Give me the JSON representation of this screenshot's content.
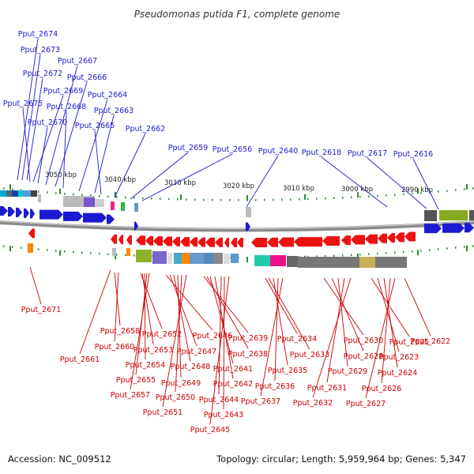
{
  "title": "Pseudomonas putida F1, complete genome",
  "accession": "Accession: NC_009512",
  "topology": "Topology: circular; Length: 5,959,964 bp; Genes: 5,347",
  "colors": {
    "forward_gene": "#1a1ad0",
    "reverse_gene": "#ee1111",
    "forward_label": "#1a1ad0",
    "reverse_label": "#cc0000",
    "backbone": "#8c8c8c",
    "tick": "#2e8b2e"
  },
  "ticks": [
    "3050 kbp",
    "3040 kbp",
    "3030 kbp",
    "3020 kbp",
    "3010 kbp",
    "3000 kbp",
    "2990 kbp"
  ],
  "forward_labels": [
    "Pput_2674",
    "Pput_2673",
    "Pput_2672",
    "Pput_2675",
    "Pput_2669",
    "Pput_2670",
    "Pput_2667",
    "Pput_2666",
    "Pput_2668",
    "Pput_2664",
    "Pput_2663",
    "Pput_2665",
    "Pput_2662",
    "Pput_2659",
    "Pput_2656",
    "Pput_2640",
    "Pput_2618",
    "Pput_2617",
    "Pput_2616"
  ],
  "reverse_labels": [
    "Pput_2671",
    "Pput_2661",
    "Pput_2658",
    "Pput_2660",
    "Pput_2652",
    "Pput_2653",
    "Pput_2654",
    "Pput_2655",
    "Pput_2657",
    "Pput_2646",
    "Pput_2647",
    "Pput_2648",
    "Pput_2649",
    "Pput_2650",
    "Pput_2651",
    "Pput_2639",
    "Pput_2638",
    "Pput_2641",
    "Pput_2642",
    "Pput_2644",
    "Pput_2643",
    "Pput_2645",
    "Pput_2634",
    "Pput_2633",
    "Pput_2635",
    "Pput_2636",
    "Pput_2637",
    "Pput_2630",
    "Pput_2628",
    "Pput_2629",
    "Pput_2631",
    "Pput_2632",
    "Pput_2625",
    "Pput_2623",
    "Pput_2624",
    "Pput_2626",
    "Pput_2627",
    "Pput_2622"
  ]
}
